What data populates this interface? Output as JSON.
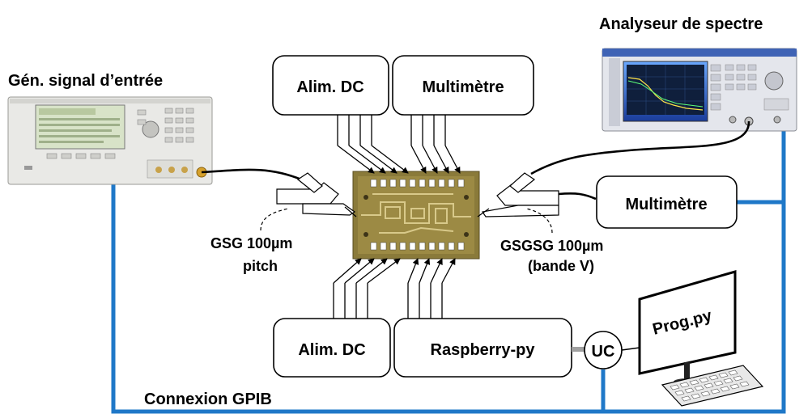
{
  "labels": {
    "gen_title": "Gén. signal d’entrée",
    "analyzer_title": "Analyseur de spectre",
    "alim_top": "Alim. DC",
    "multimetre_top": "Multimètre",
    "multimetre_right": "Multimètre",
    "alim_bottom": "Alim. DC",
    "raspberry": "Raspberry-py",
    "uc": "UC",
    "prog": "Prog.py",
    "probe_left_line1": "GSG 100µm",
    "probe_left_line2": "pitch",
    "probe_right_line1": "GSGSG 100µm",
    "probe_right_line2": "(bande V)",
    "gpib": "Connexion GPIB"
  },
  "colors": {
    "gpib_bus": "#1f78c8",
    "uc_link": "#a0a0a0",
    "chip_substrate": "#8a7a3a",
    "chip_trace": "#d8c98a"
  },
  "icons": {
    "signal_generator": "signal-generator-icon",
    "spectrum_analyzer": "spectrum-analyzer-icon",
    "chip": "mmic-chip-icon",
    "probe_left": "gsg-probe-icon",
    "probe_right": "gsgsg-probe-icon",
    "monitor": "computer-monitor-icon",
    "keyboard": "keyboard-icon"
  }
}
